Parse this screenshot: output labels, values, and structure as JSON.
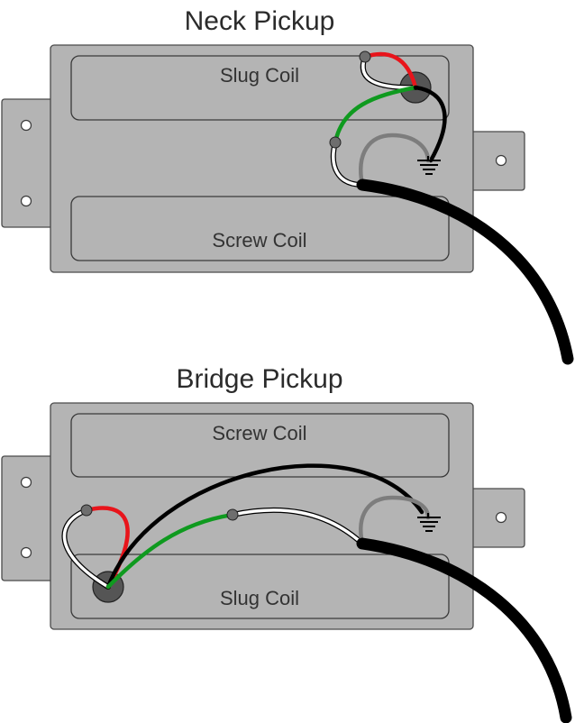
{
  "neck": {
    "title": "Neck Pickup",
    "top_coil": "Slug Coil",
    "bottom_coil": "Screw Coil"
  },
  "bridge": {
    "title": "Bridge Pickup",
    "top_coil": "Screw Coil",
    "bottom_coil": "Slug Coil"
  },
  "colors": {
    "plate": "#b4b4b4",
    "red_wire": "#e8141b",
    "white_wire": "#ffffff",
    "green_wire": "#0f9a1f",
    "bare_wire": "#7d7d7d",
    "black_wire": "#000000",
    "solder_lug": "#555555"
  },
  "icons": [
    "ground-icon",
    "solder-lug",
    "wire-end"
  ]
}
